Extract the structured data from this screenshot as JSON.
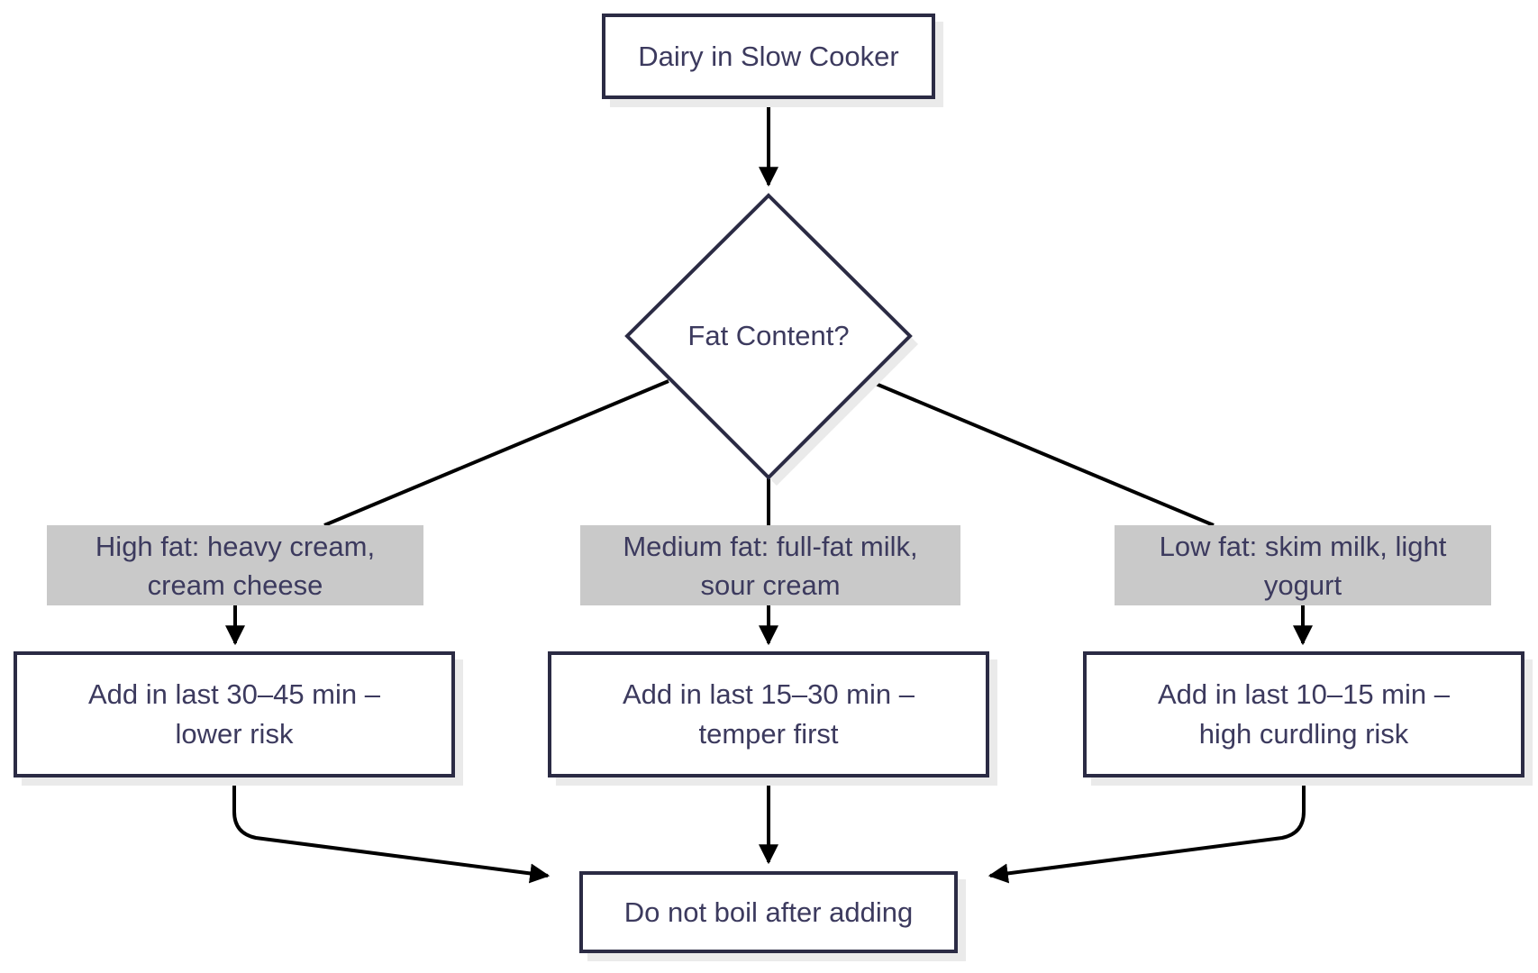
{
  "flowchart": {
    "start": {
      "label": "Dairy in Slow Cooker"
    },
    "decision": {
      "label": "Fat Content?"
    },
    "branches": [
      {
        "condition": {
          "line1": "High fat: heavy cream,",
          "line2": "cream cheese"
        },
        "action": {
          "line1": "Add in last 30–45 min –",
          "line2": "lower risk"
        }
      },
      {
        "condition": {
          "line1": "Medium fat: full-fat milk,",
          "line2": "sour cream"
        },
        "action": {
          "line1": "Add in last 15–30 min –",
          "line2": "temper first"
        }
      },
      {
        "condition": {
          "line1": "Low fat: skim milk, light",
          "line2": "yogurt"
        },
        "action": {
          "line1": "Add in last 10–15 min –",
          "line2": "high curdling risk"
        }
      }
    ],
    "end": {
      "label": "Do not boil after adding"
    },
    "colors": {
      "node_border": "#2b2b44",
      "node_text": "#3c3a5e",
      "node_bg": "#ffffff",
      "condition_label_bg": "#c9c9c9",
      "edge_line": "#000000",
      "shadow": "#eaeaea"
    }
  }
}
